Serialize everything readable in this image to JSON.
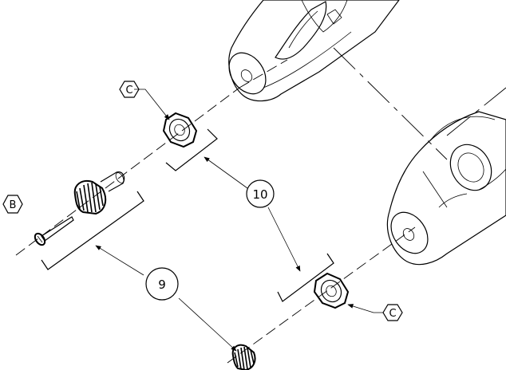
{
  "callouts": {
    "c_top": "C",
    "c_bottom": "C",
    "b_left": "B",
    "item_10": "10",
    "item_9": "9"
  },
  "colors": {
    "line": "#000000",
    "background": "#ffffff"
  },
  "icons": [
    "knob-icon",
    "nut-icon",
    "screw-icon",
    "handle-body-icon",
    "bracket-icon"
  ]
}
